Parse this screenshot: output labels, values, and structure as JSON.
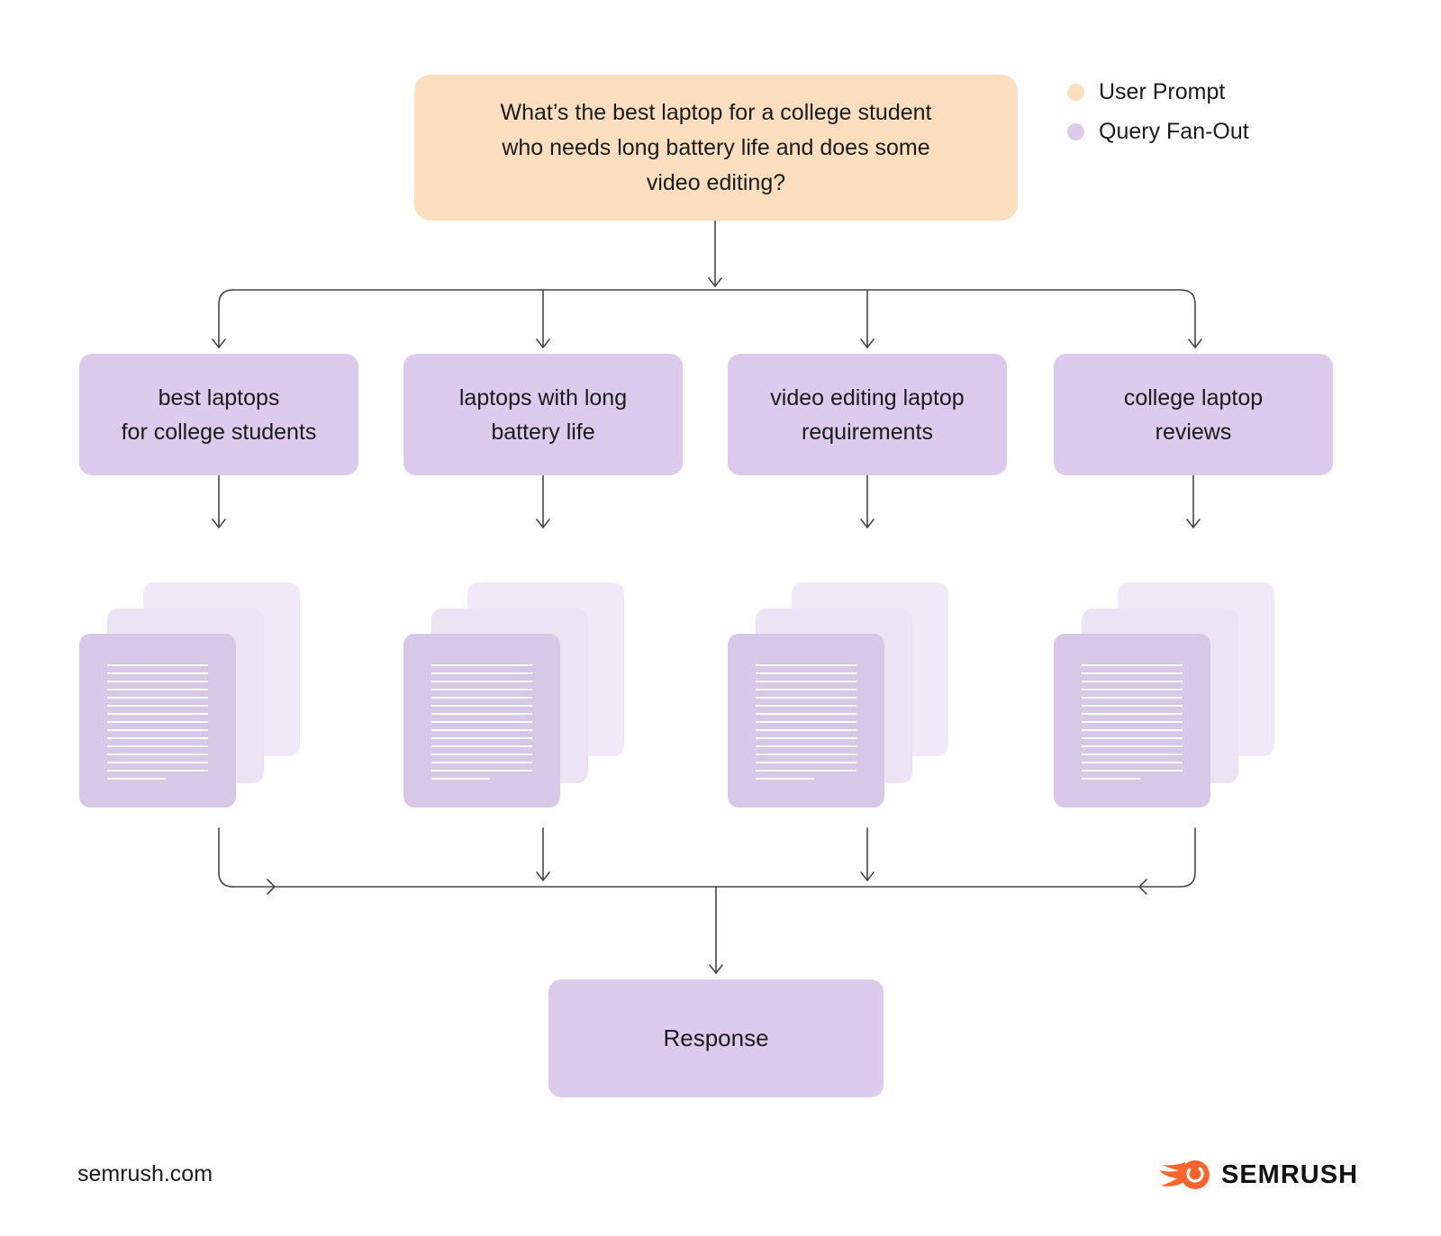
{
  "prompt": {
    "lines": [
      "What’s the best laptop for a college student",
      "who needs long battery life and does some",
      "video editing?"
    ]
  },
  "legend": {
    "items": [
      {
        "label": "User Prompt",
        "color": "#FBDEBD"
      },
      {
        "label": "Query Fan-Out",
        "color": "#DCCBEC"
      }
    ]
  },
  "queries": [
    {
      "lines": [
        "best laptops",
        "for college students"
      ]
    },
    {
      "lines": [
        "laptops with long",
        "battery life"
      ]
    },
    {
      "lines": [
        "video editing laptop",
        "requirements"
      ]
    },
    {
      "lines": [
        "college laptop",
        "reviews"
      ]
    }
  ],
  "response_label": "Response",
  "footer": {
    "site": "semrush.com",
    "brand": "SEMRUSH"
  },
  "colors": {
    "user_prompt": "#FBDEBD",
    "query_fanout": "#DCCBEC",
    "doc_front": "#D8C8E8",
    "doc_middle": "#ECE4F4",
    "doc_back": "#F0EAF8",
    "arrow": "#45454F",
    "text": "#1B1B1B",
    "brand_orange": "#FF642D"
  }
}
